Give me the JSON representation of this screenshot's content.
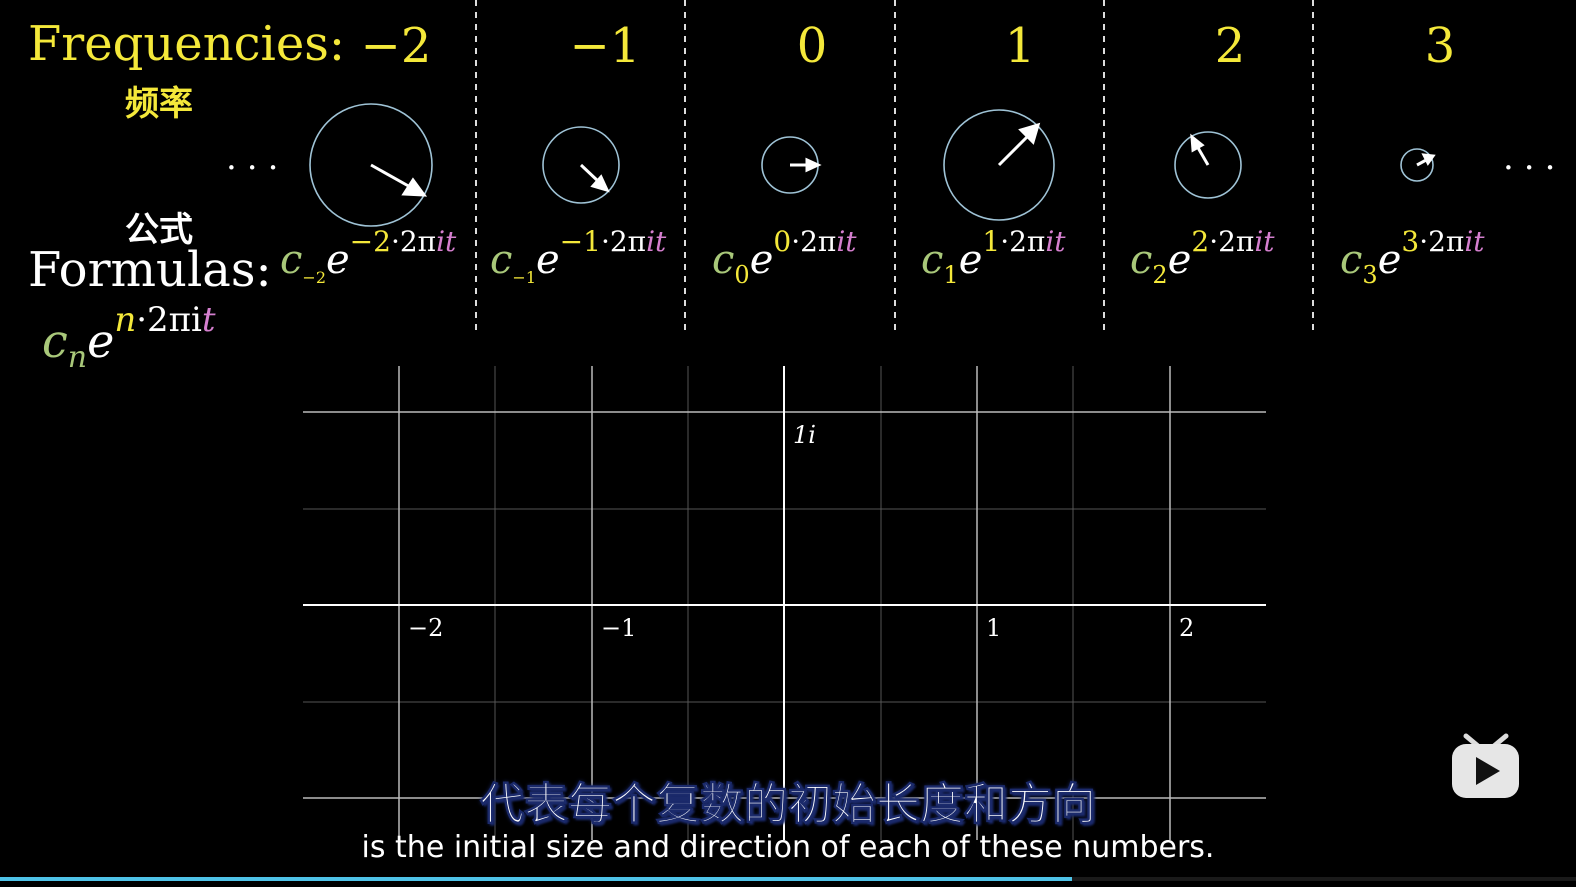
{
  "header": {
    "frequencies_label": "Frequencies:",
    "frequencies_cn": "频率",
    "formulas_label": "Formulas:",
    "formulas_cn": "公式",
    "ellipsis_left": "...",
    "ellipsis_right": "..."
  },
  "frequencies": [
    {
      "n": "−2",
      "c_sub": "−2",
      "exp": "−2"
    },
    {
      "n": "−1",
      "c_sub": "−1",
      "exp": "−1"
    },
    {
      "n": "0",
      "c_sub": "0",
      "exp": "0"
    },
    {
      "n": "1",
      "c_sub": "1",
      "exp": "1"
    },
    {
      "n": "2",
      "c_sub": "2",
      "exp": "2"
    },
    {
      "n": "3",
      "c_sub": "3",
      "exp": "3"
    }
  ],
  "general_formula": {
    "c": "c",
    "sub": "n",
    "e": "e",
    "exp_n": "n",
    "exp_rest": "·2πi",
    "exp_t": "t"
  },
  "formula_parts": {
    "c": "c",
    "e": "e",
    "exp_rest": "·2π",
    "i": "i",
    "t": "t"
  },
  "plane": {
    "x_labels": [
      "−2",
      "−1",
      "1",
      "2"
    ],
    "y_label_top": "1i"
  },
  "subtitles": {
    "cn": "代表每个复数的初始长度和方向",
    "en": "is the initial size and direction of each of these numbers."
  },
  "progress": 0.68,
  "colors": {
    "yellow": "#f4e83a",
    "green": "#a9c87a",
    "pink": "#d57fcf",
    "circle": "#9fc3d6",
    "progress": "#4fc3e8"
  }
}
